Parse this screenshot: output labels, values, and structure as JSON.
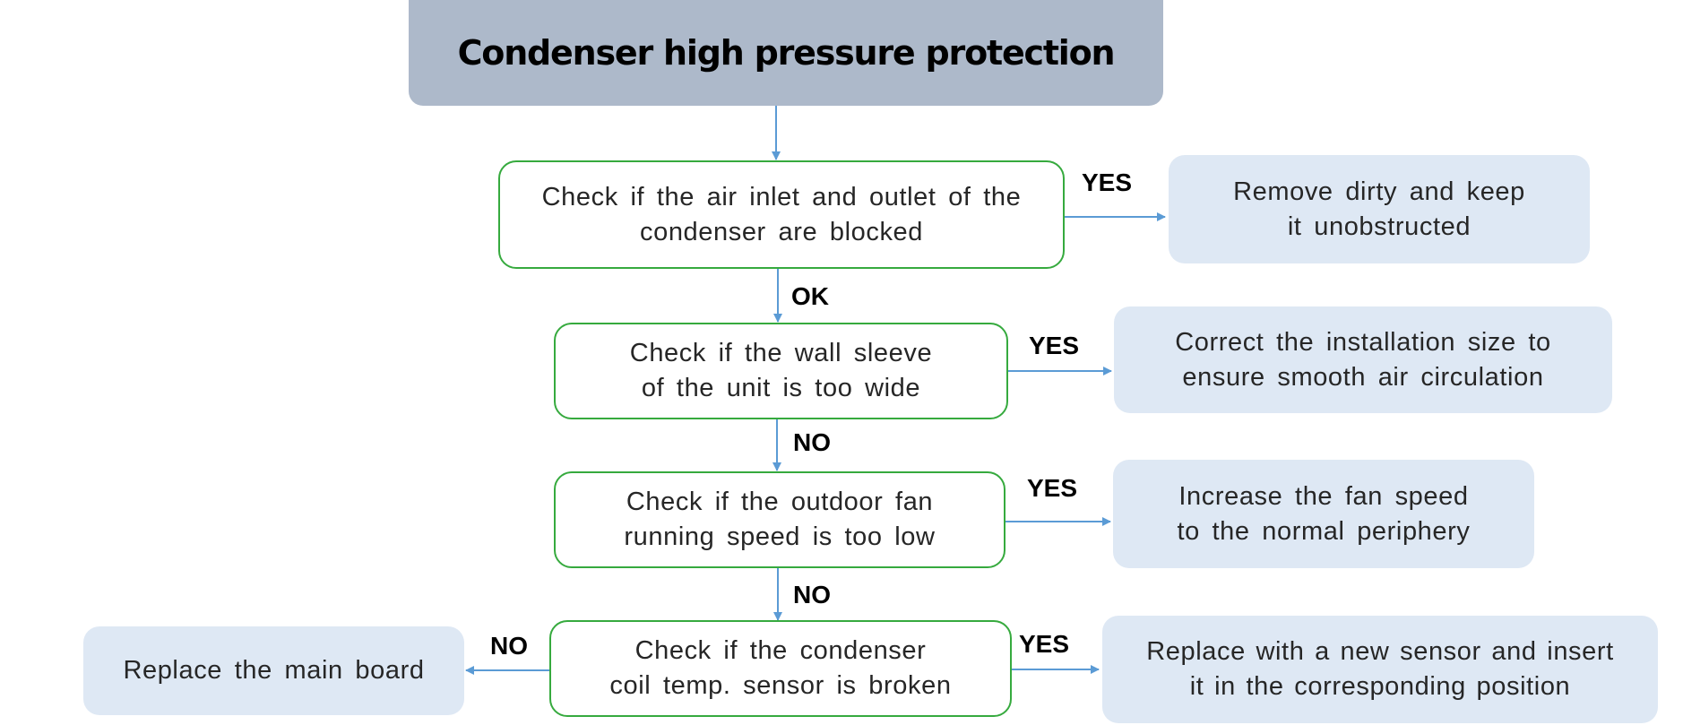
{
  "title": "Condenser high pressure protection",
  "checks": [
    {
      "line1": "Check if the air inlet and outlet of the",
      "line2": "condenser are blocked"
    },
    {
      "line1": "Check if the wall sleeve",
      "line2": "of the unit is too wide"
    },
    {
      "line1": "Check if the outdoor fan",
      "line2": "running speed is too low"
    },
    {
      "line1": "Check if the condenser",
      "line2": "coil temp. sensor is broken"
    }
  ],
  "results": [
    {
      "line1": "Remove dirty and keep",
      "line2": "it unobstructed"
    },
    {
      "line1": "Correct the installation size to",
      "line2": "ensure smooth air circulation"
    },
    {
      "line1": "Increase the fan speed",
      "line2": "to the normal periphery"
    },
    {
      "line1": "Replace with a new sensor and insert",
      "line2": "it in the corresponding position"
    },
    {
      "line1": "Replace the main board"
    }
  ],
  "labels": {
    "yes1": "YES",
    "ok1": "OK",
    "yes2": "YES",
    "no2": "NO",
    "yes3": "YES",
    "no3": "NO",
    "yes4": "YES",
    "no4": "NO"
  },
  "colors": {
    "title_fill": "#adb9ca",
    "check_border": "#36aa3e",
    "result_fill": "#dee8f4",
    "arrow": "#5b9bd5"
  }
}
